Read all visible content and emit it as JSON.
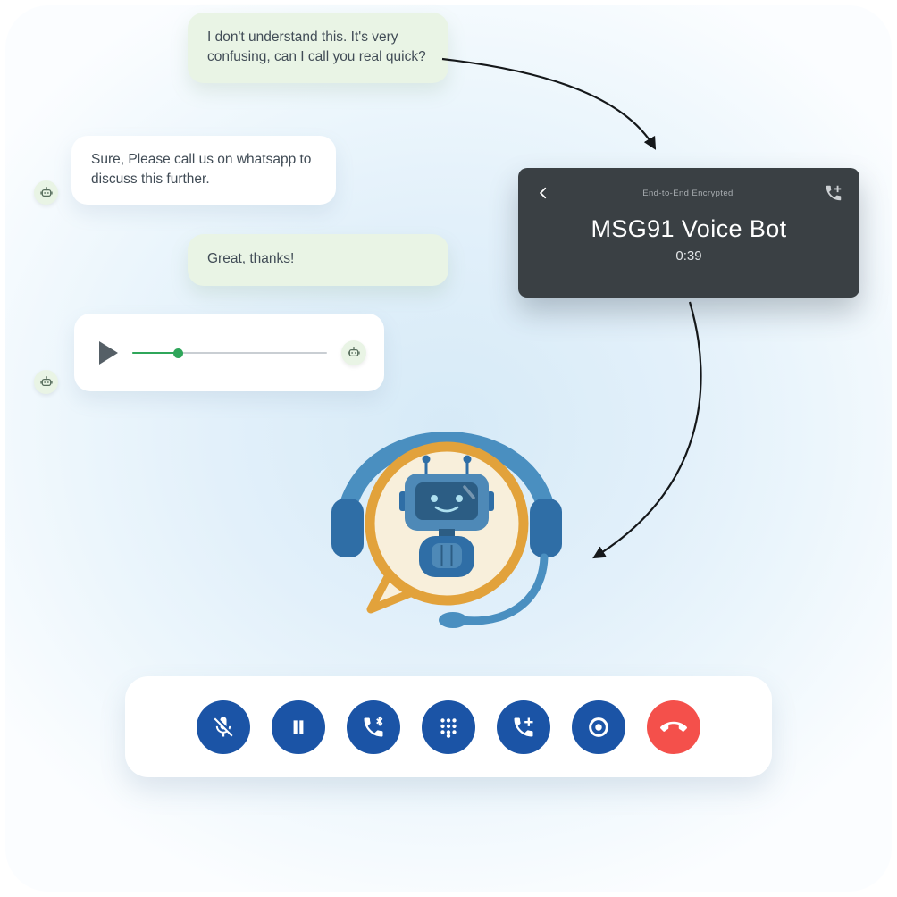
{
  "chat": {
    "customer_bubble_1": "I don't understand this. It's very confusing, can I call you real quick?",
    "agent_bubble": "Sure, Please call us on whatsapp to discuss this further.",
    "customer_bubble_2": "Great, thanks!",
    "voice_message": {
      "progress_percent": 24,
      "play_icon": "play-icon",
      "avatar_icon": "bot-avatar-icon"
    },
    "bot_avatar_icon": "bot-avatar-icon"
  },
  "call_card": {
    "back_icon": "back-chevron-icon",
    "encryption_label": "End-to-End Encrypted",
    "add_call_icon": "add-call-icon",
    "title": "MSG91 Voice Bot",
    "timer": "0:39"
  },
  "call_controls": {
    "buttons": [
      {
        "name": "mute",
        "icon": "mic-off-icon",
        "color": "#1b54a6"
      },
      {
        "name": "hold",
        "icon": "pause-icon",
        "color": "#1b54a6"
      },
      {
        "name": "bluetooth-audio",
        "icon": "phone-bluetooth-icon",
        "color": "#1b54a6"
      },
      {
        "name": "keypad",
        "icon": "dialpad-icon",
        "color": "#1b54a6"
      },
      {
        "name": "add-call",
        "icon": "add-call-icon",
        "color": "#1b54a6"
      },
      {
        "name": "record",
        "icon": "record-icon",
        "color": "#1b54a6"
      },
      {
        "name": "end-call",
        "icon": "call-end-icon",
        "color": "#f4504b"
      }
    ]
  },
  "illustration": {
    "name": "voice-bot-with-headset",
    "arrow_1": "chat-to-call-arrow",
    "arrow_2": "call-to-bot-arrow"
  },
  "colors": {
    "background_tint": "#d6eaf7",
    "bubble_green": "#e9f4e5",
    "bubble_white": "#ffffff",
    "card_dark": "#3a4044",
    "button_blue": "#1b54a6",
    "button_red": "#f4504b",
    "slider_green": "#2fa65a",
    "arrow_black": "#15181a",
    "bubble_text": "#414c56"
  }
}
